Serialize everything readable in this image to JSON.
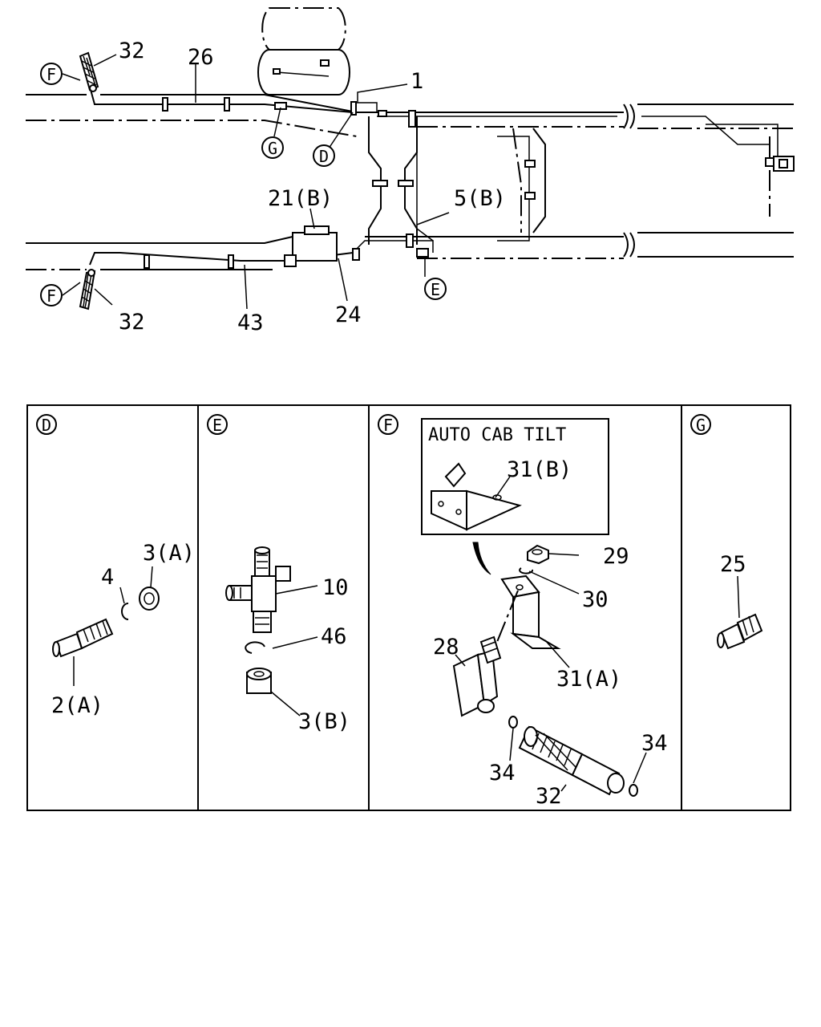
{
  "overview": {
    "callouts": {
      "p32_top": "32",
      "p26": "26",
      "p1": "1",
      "p21b": "21(B)",
      "p5b": "5(B)",
      "p43": "43",
      "p24": "24",
      "p32_bottom": "32"
    },
    "circle_refs": {
      "f_top": "F",
      "g": "G",
      "d": "D",
      "e": "E",
      "f_bottom": "F"
    }
  },
  "panels": {
    "d": {
      "tag": "D",
      "labels": {
        "p3a": "3(A)",
        "p4": "4",
        "p2a": "2(A)"
      }
    },
    "e": {
      "tag": "E",
      "labels": {
        "p10": "10",
        "p46": "46",
        "p3b": "3(B)"
      }
    },
    "f": {
      "tag": "F",
      "inset_title": "AUTO CAB TILT",
      "labels": {
        "p31b": "31(B)",
        "p29": "29",
        "p30": "30",
        "p28": "28",
        "p31a": "31(A)",
        "p34_left": "34",
        "p32": "32",
        "p34_right": "34"
      }
    },
    "g": {
      "tag": "G",
      "labels": {
        "p25": "25"
      }
    }
  }
}
